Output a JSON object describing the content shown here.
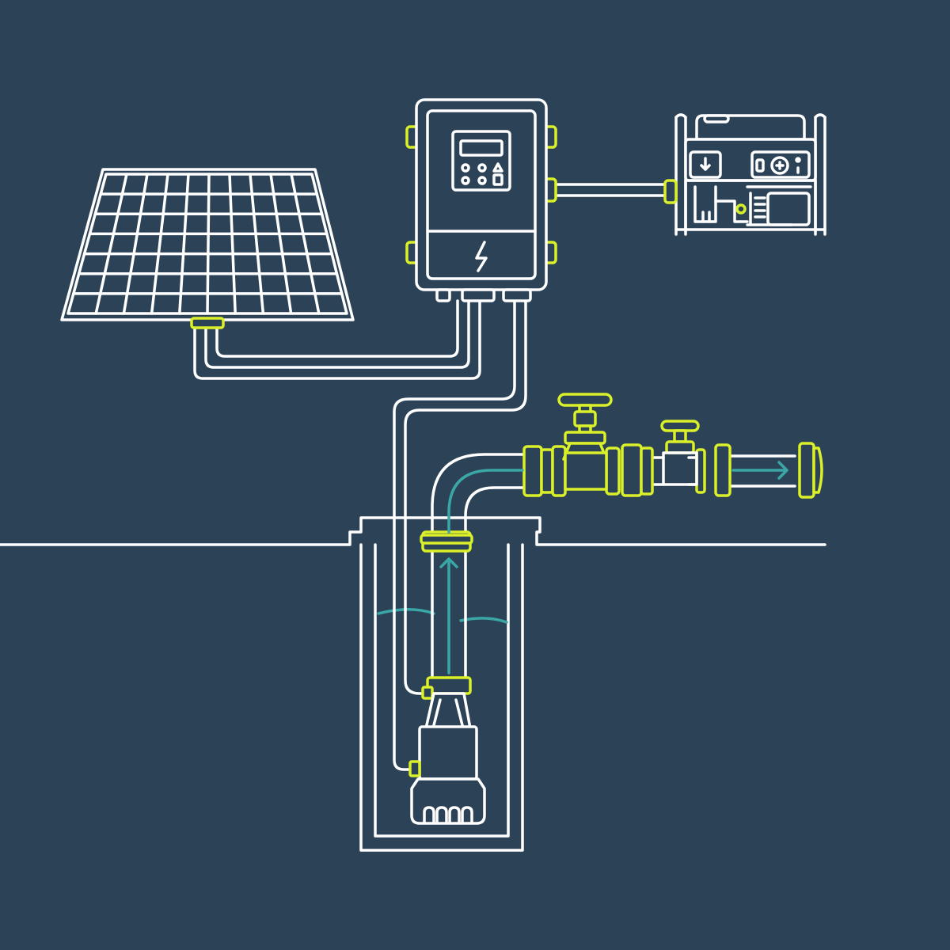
{
  "colors": {
    "background": "#2c4257",
    "line": "#ffffff",
    "accent": "#d9f02a",
    "water": "#3aa6a6"
  },
  "components": [
    {
      "id": "solar-panel",
      "icon": "solar-panel-icon"
    },
    {
      "id": "pump-controller",
      "icon": "lightning-bolt-icon"
    },
    {
      "id": "generator",
      "icon": "power-outlet-icon"
    },
    {
      "id": "submersible-pump",
      "icon": "pump-icon"
    },
    {
      "id": "gate-valve",
      "icon": "valve-icon"
    },
    {
      "id": "ball-valve",
      "icon": "valve-icon"
    }
  ],
  "flow_arrows": [
    {
      "id": "up-arrow",
      "direction": "up"
    },
    {
      "id": "right-arrow",
      "direction": "right"
    }
  ]
}
